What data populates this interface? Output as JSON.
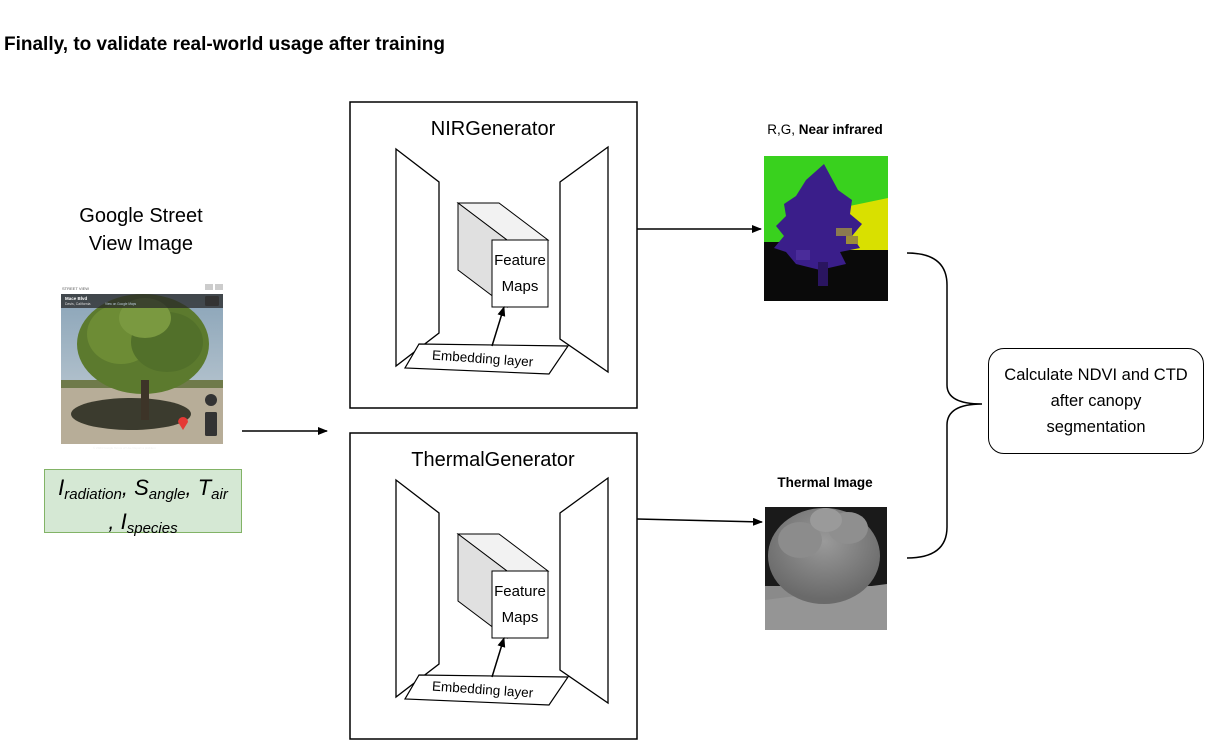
{
  "heading": "Finally, to validate real-world usage after training",
  "input": {
    "label_line1": "Google Street",
    "label_line2": "View Image",
    "vars": {
      "radiation_base": "I",
      "radiation_sub": "radiation",
      "angle_base": "S",
      "angle_sub": "angle",
      "air_base": "T",
      "air_sub": "air",
      "species_base": "I",
      "species_sub": "species",
      "separator": ", ",
      "line2_prefix": ", "
    }
  },
  "generators": [
    {
      "title": "NIRGenerator",
      "feature_line1": "Feature",
      "feature_line2": "Maps",
      "embedding": "Embedding layer"
    },
    {
      "title": "ThermalGenerator",
      "feature_line1": "Feature",
      "feature_line2": "Maps",
      "embedding": "Embedding layer"
    }
  ],
  "outputs": {
    "nir_label_plain": "R,G, ",
    "nir_label_bold": "Near infrared",
    "thermal_label": "Thermal Image"
  },
  "result": {
    "line1": "Calculate NDVI and CTD",
    "line2": "after canopy",
    "line3": "segmentation"
  },
  "colors": {
    "input_fill": "#d5e8d4",
    "input_border": "#82b366",
    "nir_green": "#39d11e",
    "nir_yellow": "#d9e000",
    "nir_tree": "#3a1e8a",
    "cube_front": "#ffffff",
    "cube_side": "#e6e6e6"
  },
  "streetview_ui": {
    "header": "STREET VIEW",
    "place": "Mace Blvd",
    "place_sub": "Davis, California",
    "link": "View on Google Maps",
    "footer_brand": "Google",
    "footer_text": "© 2024 Google   Terms of Use   Report a problem"
  }
}
